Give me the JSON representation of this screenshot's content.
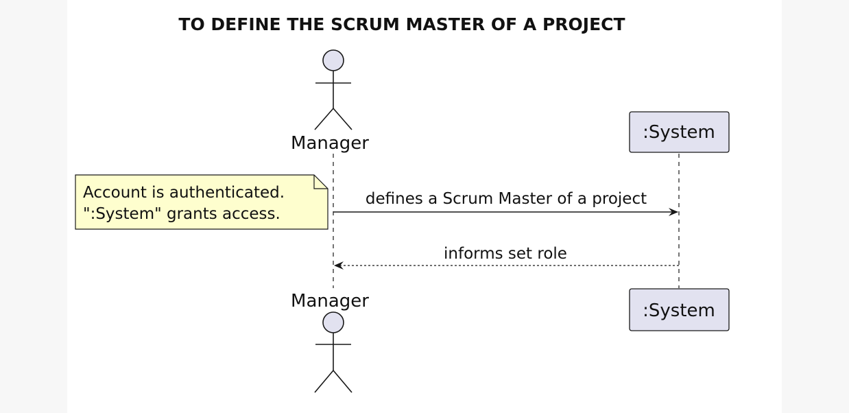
{
  "diagram": {
    "title": "TO DEFINE THE SCRUM MASTER OF A PROJECT",
    "type": "sequence",
    "participants": [
      {
        "id": "manager",
        "kind": "actor",
        "label": "Manager"
      },
      {
        "id": "system",
        "kind": "participant",
        "label": ":System"
      }
    ],
    "messages": [
      {
        "from": "manager",
        "to": "system",
        "label": "defines a Scrum Master of a project",
        "style": "solid"
      },
      {
        "from": "system",
        "to": "manager",
        "label": "informs set role",
        "style": "dashed"
      }
    ],
    "note": {
      "attached_to": "manager",
      "side": "left",
      "lines": [
        "Account is authenticated.",
        "\":System\" grants access."
      ]
    },
    "colors": {
      "participant_fill": "#e2e2f0",
      "participant_stroke": "#181818",
      "note_fill": "#fefece",
      "note_stroke": "#181818",
      "line": "#181818",
      "background": "#ffffff"
    }
  }
}
